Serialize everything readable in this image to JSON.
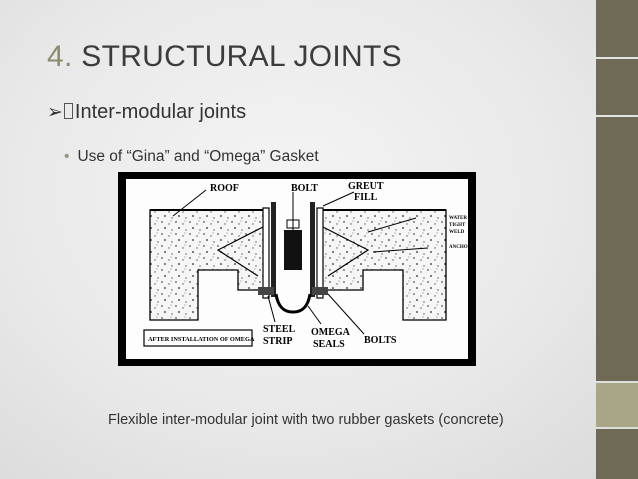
{
  "slide": {
    "title_number": "4.",
    "title_text": "STRUCTURAL JOINTS",
    "bullet1": "Inter-modular joints",
    "bullet2": "Use of “Gina” and “Omega” Gasket",
    "caption": "Flexible inter-modular joint with two rubber gaskets (concrete)"
  },
  "figure": {
    "labels": {
      "roof": "ROOF",
      "bolt": "BOLT",
      "greut1": "GREUT",
      "greut2": "FILL",
      "water1": "WATER",
      "water2": "TIGHT",
      "water3": "WELD",
      "anchor": "ANCHOR",
      "after": "AFTER INSTALLATION OF OMEGA",
      "steel1": "STEEL",
      "steel2": "STRIP",
      "omega1": "OMEGA",
      "omega2": "SEALS",
      "bolts": "BOLTS"
    }
  },
  "colors": {
    "title_number": "#8d8a6c",
    "sidebar_dark": "#6e6a55",
    "sidebar_light": "#a9a685"
  }
}
